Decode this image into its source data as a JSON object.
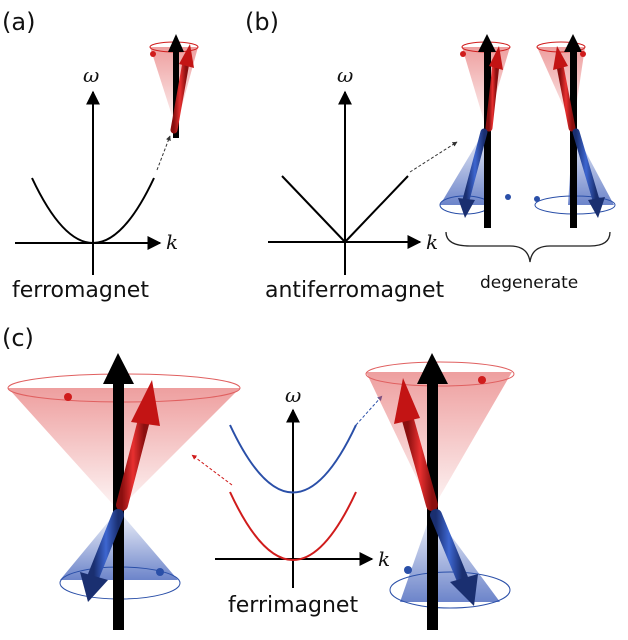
{
  "panels": {
    "a": {
      "label": "(a)",
      "caption": "ferromagnet",
      "y_axis": "ω",
      "x_axis": "k"
    },
    "b": {
      "label": "(b)",
      "caption": "antiferromagnet",
      "y_axis": "ω",
      "x_axis": "k",
      "brace_label": "degenerate"
    },
    "c": {
      "label": "(c)",
      "caption": "ferrimagnet",
      "y_axis": "ω",
      "x_axis": "k"
    }
  },
  "colors": {
    "axis": "#000000",
    "spin_up": "#d01c1c",
    "spin_down": "#2a4fa8",
    "curve_black": "#000000",
    "curve_upper": "#2a4fa8",
    "curve_lower": "#d01c1c"
  }
}
